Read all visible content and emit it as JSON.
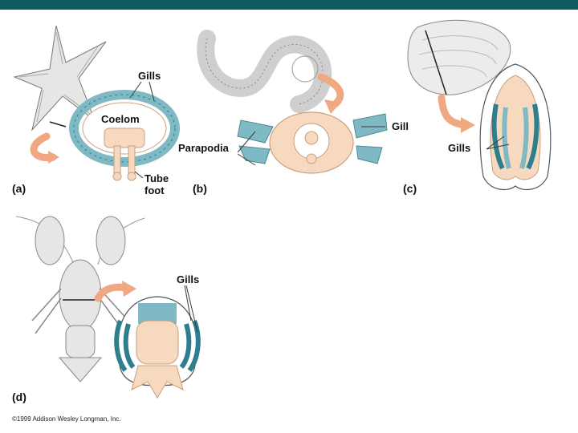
{
  "colors": {
    "bar": "#0d5c5e",
    "gill": "#7fb9c4",
    "gill_dark": "#2e7f8e",
    "tissue": "#f6d9bf",
    "arrow": "#f0a882",
    "line": "#3a3a3a"
  },
  "panel_a": {
    "letter": "(a)",
    "gills": "Gills",
    "coelom": "Coelom",
    "tube_foot_1": "Tube",
    "tube_foot_2": "foot"
  },
  "panel_b": {
    "letter": "(b)",
    "parapodia": "Parapodia",
    "gill": "Gill"
  },
  "panel_c": {
    "letter": "(c)",
    "gills": "Gills"
  },
  "panel_d": {
    "letter": "(d)",
    "gills": "Gills"
  },
  "copyright": "©1999 Addison Wesley Longman, Inc."
}
